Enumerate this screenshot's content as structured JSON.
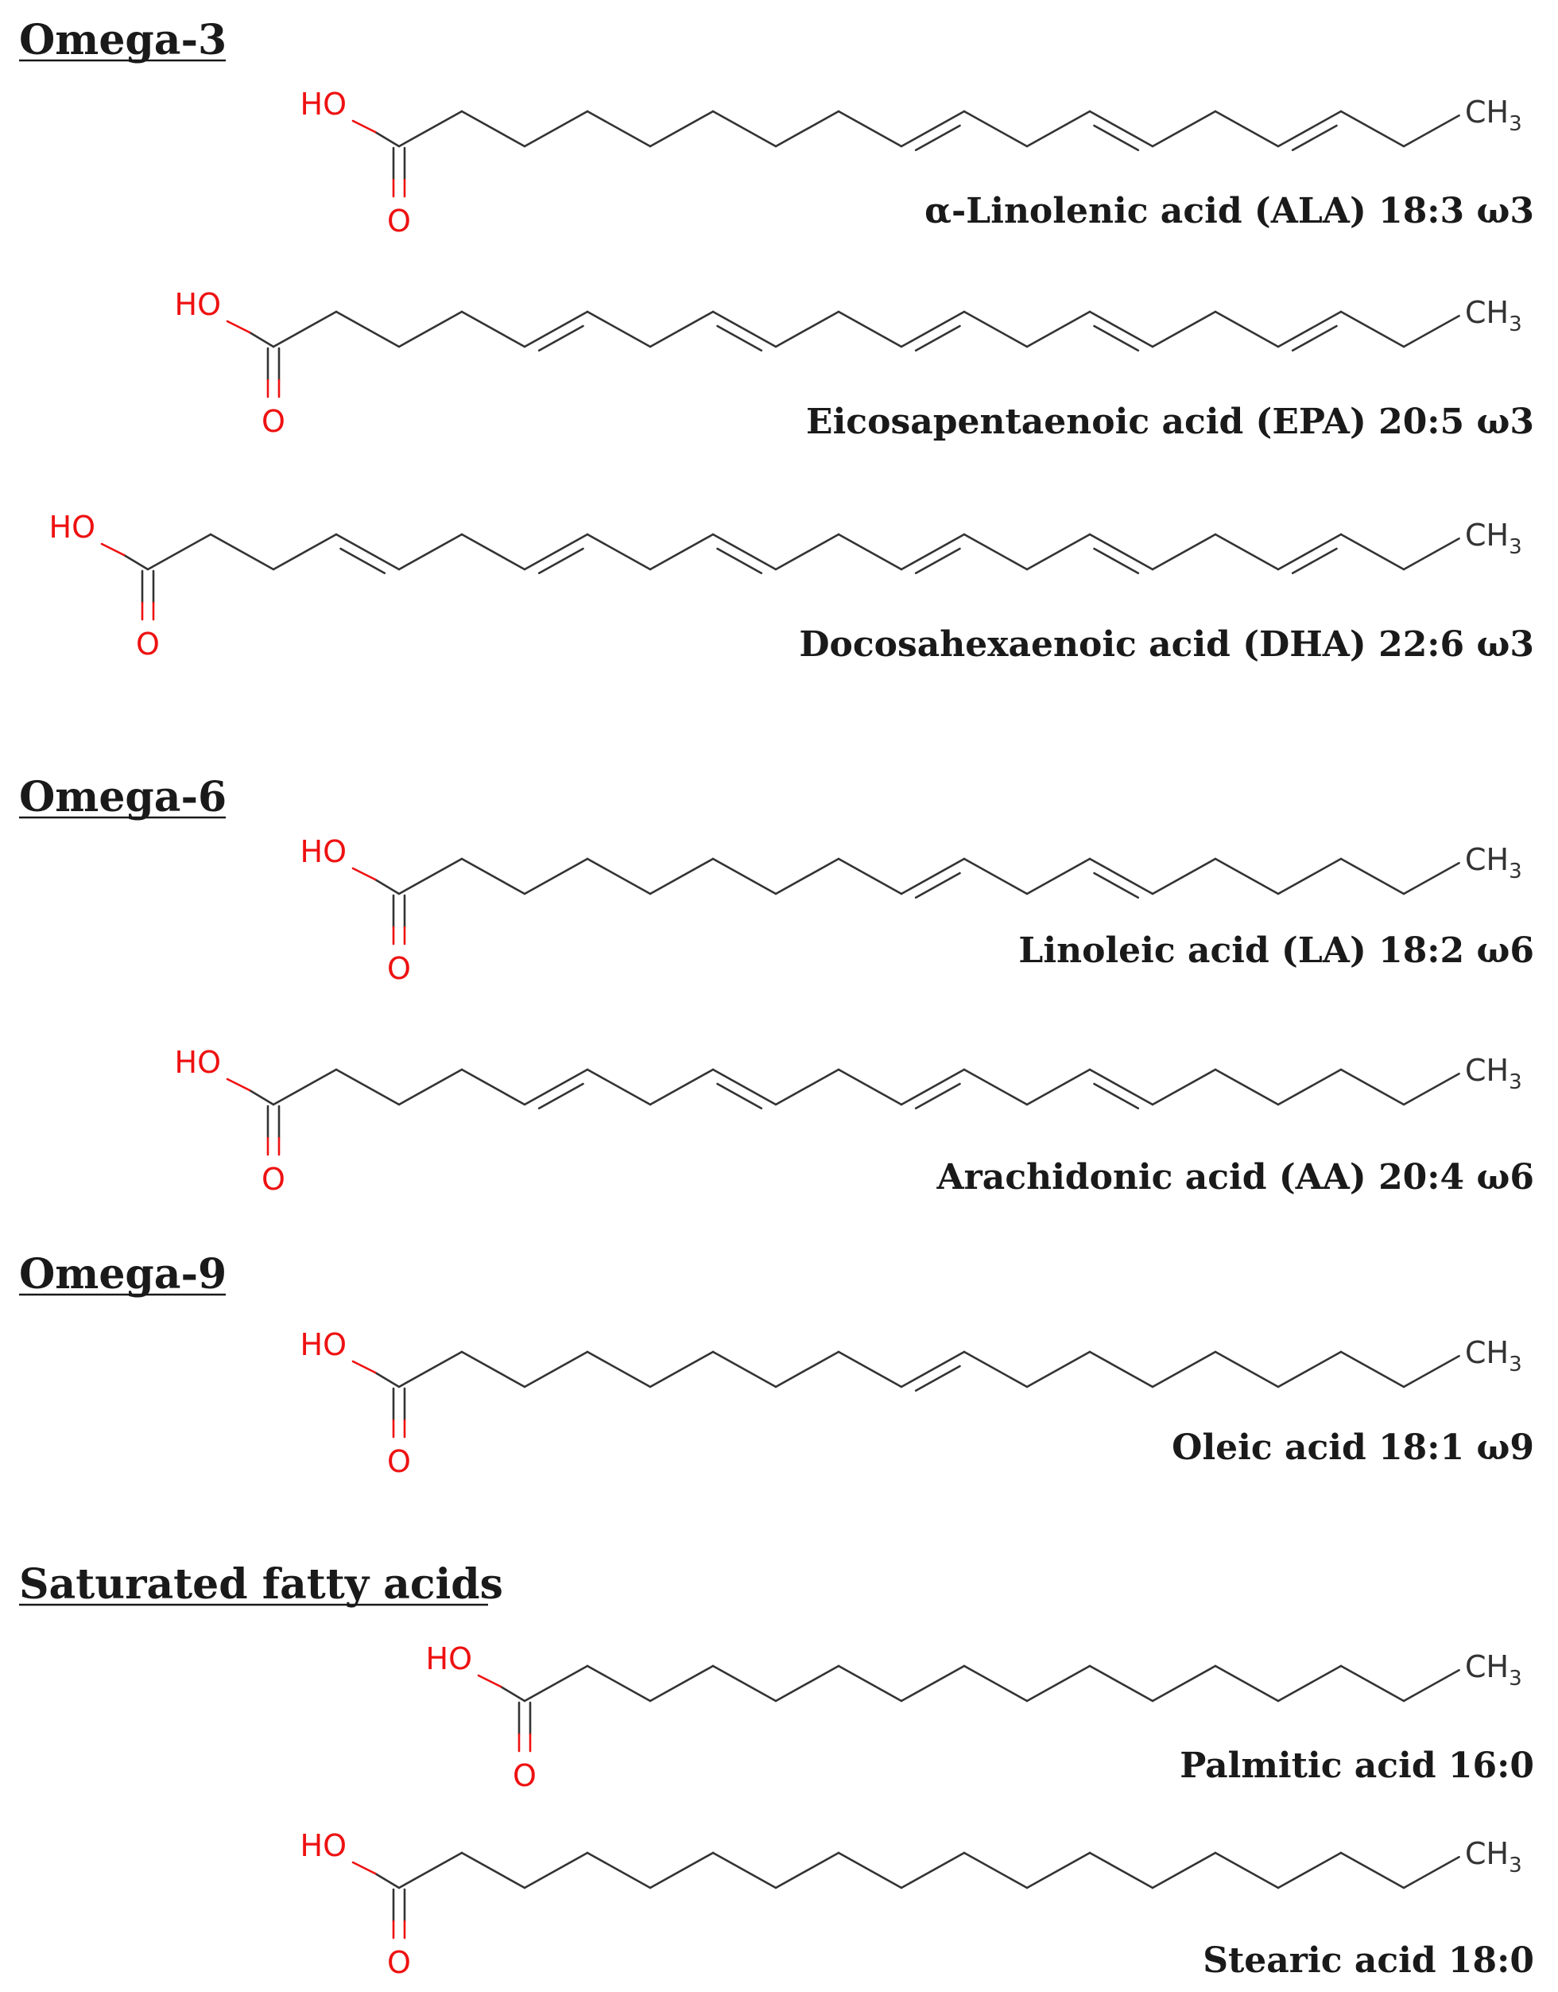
{
  "colors": {
    "heteroatom": "#ee1111",
    "bond": "#333333",
    "text": "#1a1a1a"
  },
  "labels": {
    "hydroxyl": "HO",
    "carbonyl_oxygen": "O",
    "methyl": "CH",
    "methyl_subscript": "3"
  },
  "sections": [
    {
      "heading": "Omega-3",
      "molecules": [
        {
          "id": "ala",
          "name": "α-Linolenic acid (ALA) 18:3 ω3",
          "carbons": 18,
          "double_bonds_from_carboxyl": [
            9,
            12,
            15
          ]
        },
        {
          "id": "epa",
          "name": "Eicosapentaenoic acid (EPA) 20:5 ω3",
          "carbons": 20,
          "double_bonds_from_carboxyl": [
            5,
            8,
            11,
            14,
            17
          ]
        },
        {
          "id": "dha",
          "name": "Docosahexaenoic acid (DHA) 22:6 ω3",
          "carbons": 22,
          "double_bonds_from_carboxyl": [
            4,
            7,
            10,
            13,
            16,
            19
          ]
        }
      ]
    },
    {
      "heading": "Omega-6",
      "molecules": [
        {
          "id": "la",
          "name": "Linoleic acid (LA) 18:2 ω6",
          "carbons": 18,
          "double_bonds_from_carboxyl": [
            9,
            12
          ]
        },
        {
          "id": "aa",
          "name": "Arachidonic acid (AA) 20:4 ω6",
          "carbons": 20,
          "double_bonds_from_carboxyl": [
            5,
            8,
            11,
            14
          ]
        }
      ]
    },
    {
      "heading": "Omega-9",
      "molecules": [
        {
          "id": "oleic",
          "name": "Oleic acid 18:1 ω9",
          "carbons": 18,
          "double_bonds_from_carboxyl": [
            9
          ]
        }
      ]
    },
    {
      "heading": "Saturated fatty acids",
      "molecules": [
        {
          "id": "palmitic",
          "name": "Palmitic acid 16:0",
          "carbons": 16,
          "double_bonds_from_carboxyl": []
        },
        {
          "id": "stearic",
          "name": "Stearic acid 18:0",
          "carbons": 18,
          "double_bonds_from_carboxyl": []
        }
      ]
    }
  ]
}
